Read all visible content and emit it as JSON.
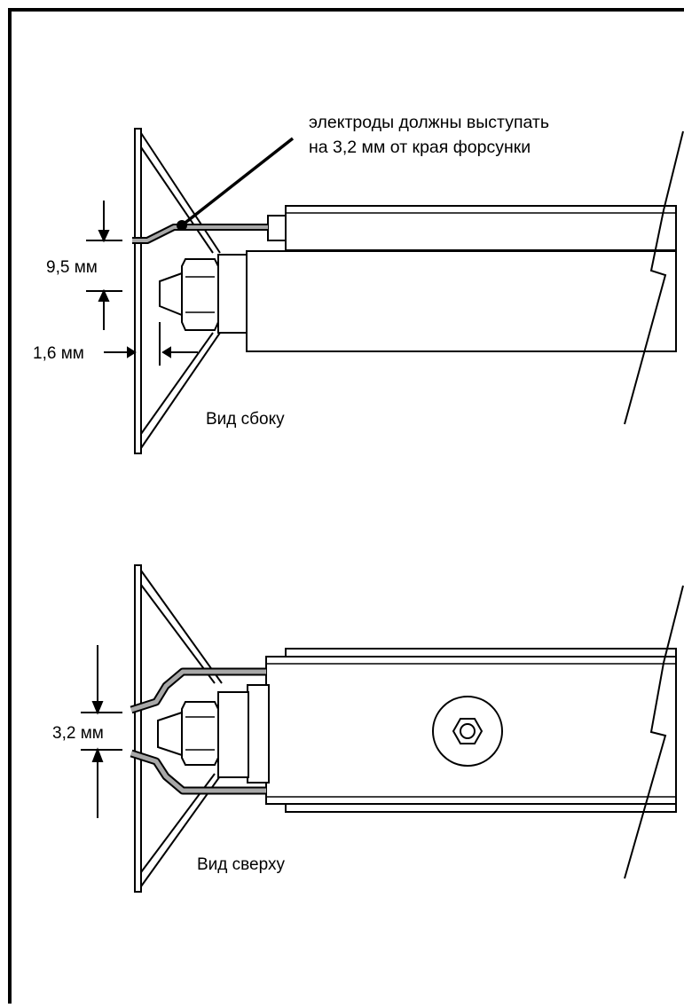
{
  "callout": {
    "line1": "электроды должны выступать",
    "line2": "на 3,2 мм от края форсунки"
  },
  "side_view": {
    "caption": "Вид сбоку",
    "dim_gap": "9,5 мм",
    "dim_offset": "1,6 мм"
  },
  "top_view": {
    "caption": "Вид сверху",
    "dim_gap": "3,2 мм"
  },
  "colors": {
    "line": "#000000",
    "electrode": "#a8a8a8",
    "background": "#ffffff"
  }
}
